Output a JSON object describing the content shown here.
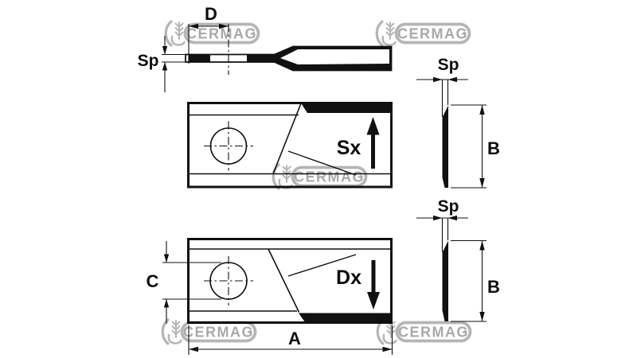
{
  "watermark": {
    "brand": "CERMAG",
    "instances": [
      "CERMAG",
      "CERMAG",
      "CERMAG",
      "CERMAG",
      "CERMAG"
    ]
  },
  "dimensions": {
    "profile": {
      "hole_offset_label": "D",
      "thickness_label": "Sp"
    },
    "left_blade": {
      "direction_label": "Sx"
    },
    "right_blade": {
      "direction_label": "Dx",
      "hole_diameter_label": "C",
      "length_label": "A"
    },
    "side_top": {
      "thickness_label": "Sp",
      "width_label": "B"
    },
    "side_bottom": {
      "thickness_label": "Sp",
      "width_label": "B"
    }
  },
  "colors": {
    "line": "#111111",
    "background": "#ffffff",
    "watermark_outline": "#b5b5b5",
    "watermark_text": "#a9a9a9"
  }
}
